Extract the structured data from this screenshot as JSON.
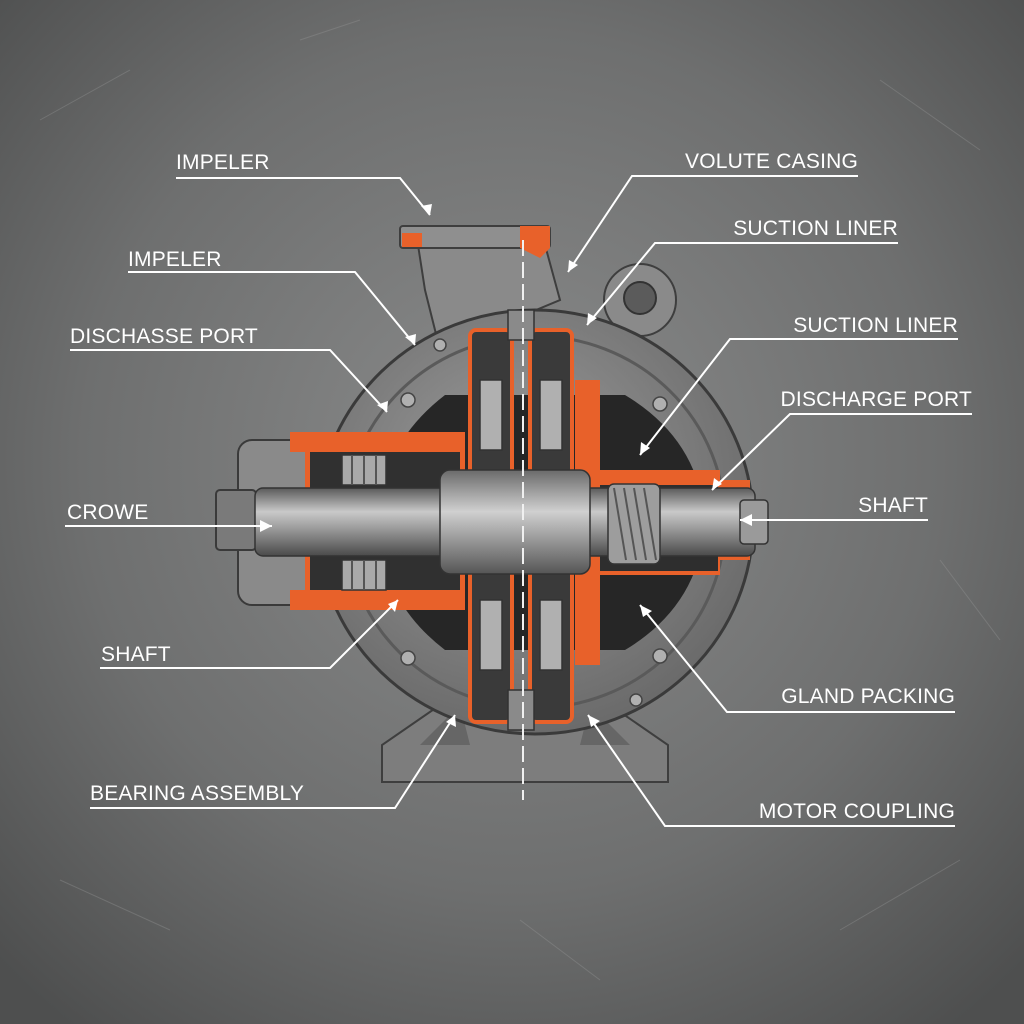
{
  "diagram": {
    "colors": {
      "background": "#6f7070",
      "casing": "#8e8e8e",
      "casing_dark": "#5e5e5e",
      "accent_orange": "#e8612a",
      "interior": "#262626",
      "label": "#ffffff"
    },
    "labels": {
      "impeler_top": "IMPELER",
      "impeler_second": "IMPELER",
      "dischasse_port": "DISCHASSE PORT",
      "crowe": "CROWE",
      "shaft_left": "SHAFT",
      "bearing_assembly": "BEARING ASSEMBLY",
      "volute_casing": "VOLUTE CASING",
      "suction_liner_top": "SUCTION LINER",
      "suction_liner_second": "SUCTION LINER",
      "discharge_port": "DISCHARGE PORT",
      "shaft_right": "SHAFT",
      "gland_packing": "GLAND PACKING",
      "motor_coupling": "MOTOR COUPLING"
    }
  }
}
